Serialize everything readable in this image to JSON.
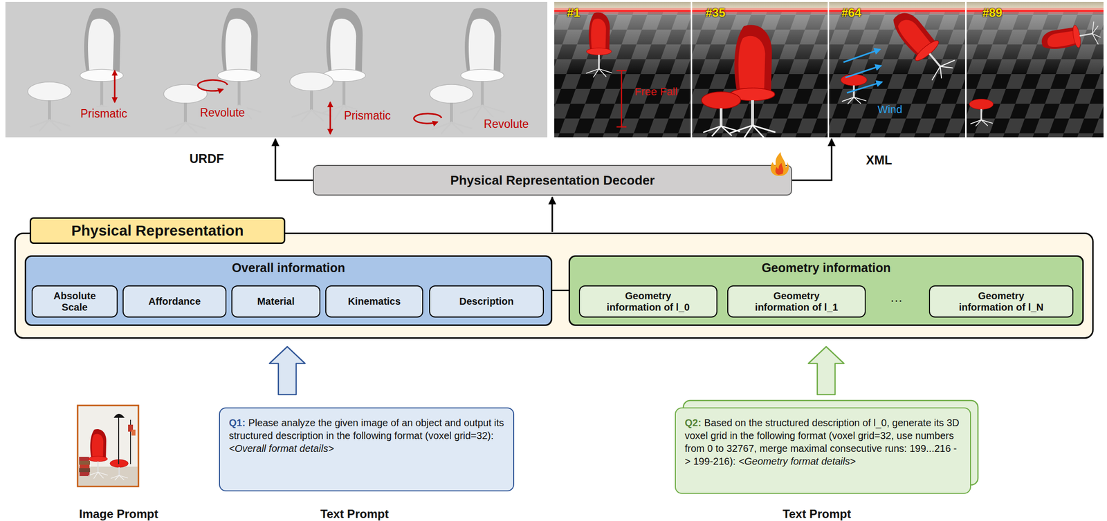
{
  "diagram": {
    "nodes": [
      {
        "text": [
          "URDF",
          "Prismatic",
          "Revolute",
          "Prismatic",
          "Revolute"
        ]
      },
      {
        "text": [
          "XML",
          "#1",
          "Free Fall",
          "#35",
          "#64",
          "Wind",
          "#89"
        ]
      },
      {
        "text": [
          "Physical Representation Decoder"
        ]
      },
      {
        "text": [
          "Physical Representation"
        ]
      },
      {
        "text": [
          "Overall information"
        ],
        "in": 3
      },
      {
        "text": [
          "Absolute Scale"
        ],
        "in": 4
      },
      {
        "text": [
          "Affordance"
        ],
        "in": 4
      },
      {
        "text": [
          "Material"
        ],
        "in": 4
      },
      {
        "text": [
          "Kinematics"
        ],
        "in": 4
      },
      {
        "text": [
          "Description"
        ],
        "in": 4
      },
      {
        "text": [
          "Geometry information"
        ],
        "in": 3
      },
      {
        "text": [
          "Geometry information of l_0"
        ],
        "in": 10
      },
      {
        "text": [
          "Geometry information of l_1"
        ],
        "in": 10
      },
      {
        "text": [
          "Geometry information of l_N"
        ],
        "in": 10
      },
      {
        "text": [
          "Q1:",
          "Please analyze the given image of an object and output its structured description in the following format (voxel grid=32):",
          "<Overall format details>"
        ]
      },
      {
        "text": [
          "Q2:",
          "Based on the structured description of l_0, generate its 3D voxel grid in the following format (voxel grid=32, use numbers from 0 to 32767, merge maximal consecutive runs: 199...216 -> 199-216):",
          "<Geometry format details>"
        ]
      }
    ],
    "edges": [
      {
        "from": 2,
        "to": 0,
        "arrow": "to"
      },
      {
        "from": 2,
        "to": 1,
        "arrow": "to"
      },
      {
        "from": 3,
        "to": 2,
        "arrow": "to"
      },
      {
        "from": 14,
        "to": 4,
        "arrow": "to"
      },
      {
        "from": 15,
        "to": 10,
        "arrow": "to"
      }
    ],
    "labels": [
      "…",
      "Image Prompt",
      "Text Prompt",
      "Text Prompt"
    ]
  }
}
